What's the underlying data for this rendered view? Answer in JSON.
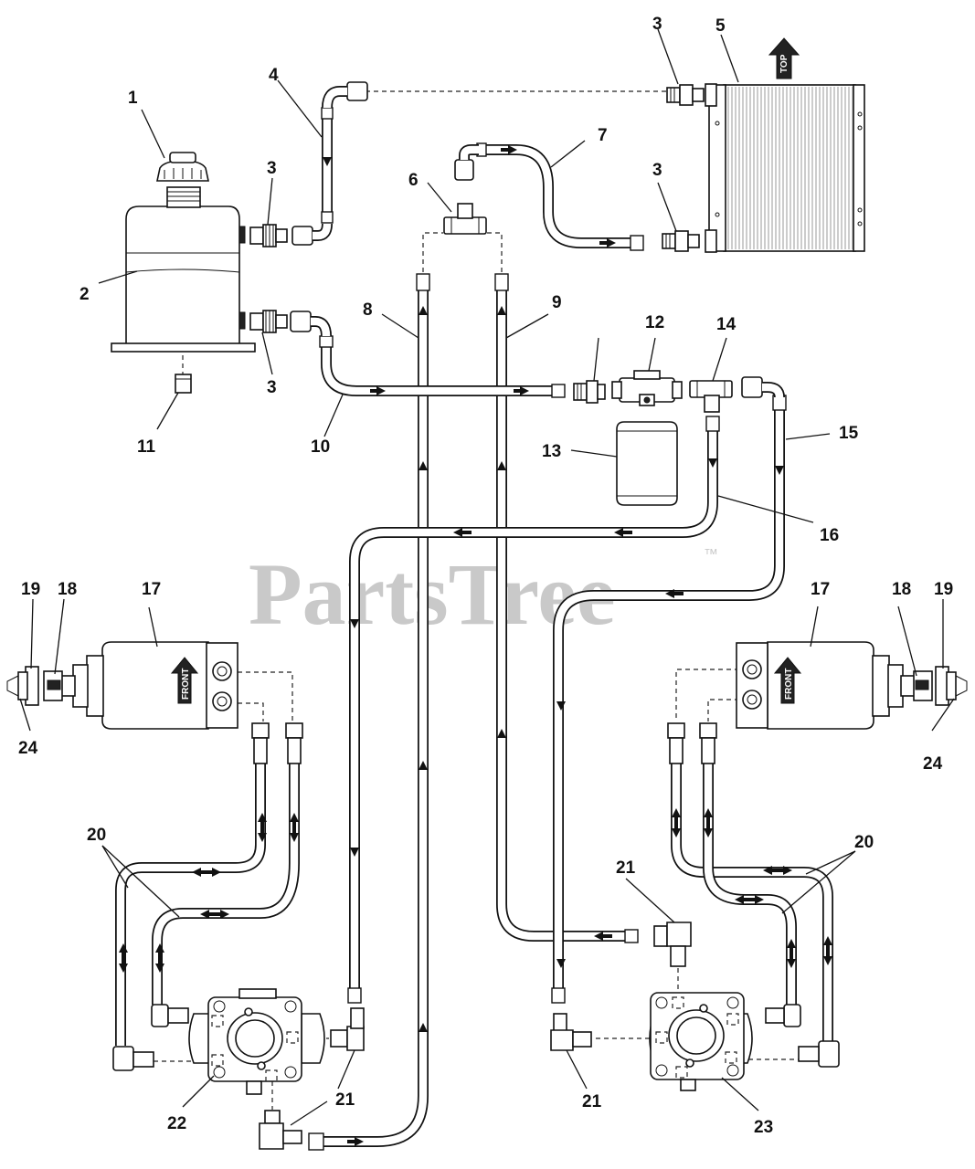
{
  "watermark": {
    "brand": "PartsTree",
    "mark": "™"
  },
  "tags": {
    "top": "TOP",
    "front": "FRONT"
  },
  "callouts": [
    "1",
    "2",
    "3",
    "3",
    "3",
    "3",
    "4",
    "5",
    "6",
    "7",
    "8",
    "9",
    "10",
    "11",
    "12",
    "13",
    "14",
    "15",
    "16",
    "17",
    "17",
    "18",
    "18",
    "19",
    "19",
    "20",
    "20",
    "21",
    "21",
    "21",
    "22",
    "23",
    "24",
    "24"
  ],
  "colors": {
    "ink": "#111111",
    "watermark": "#c9c9c9",
    "paper": "#ffffff"
  }
}
